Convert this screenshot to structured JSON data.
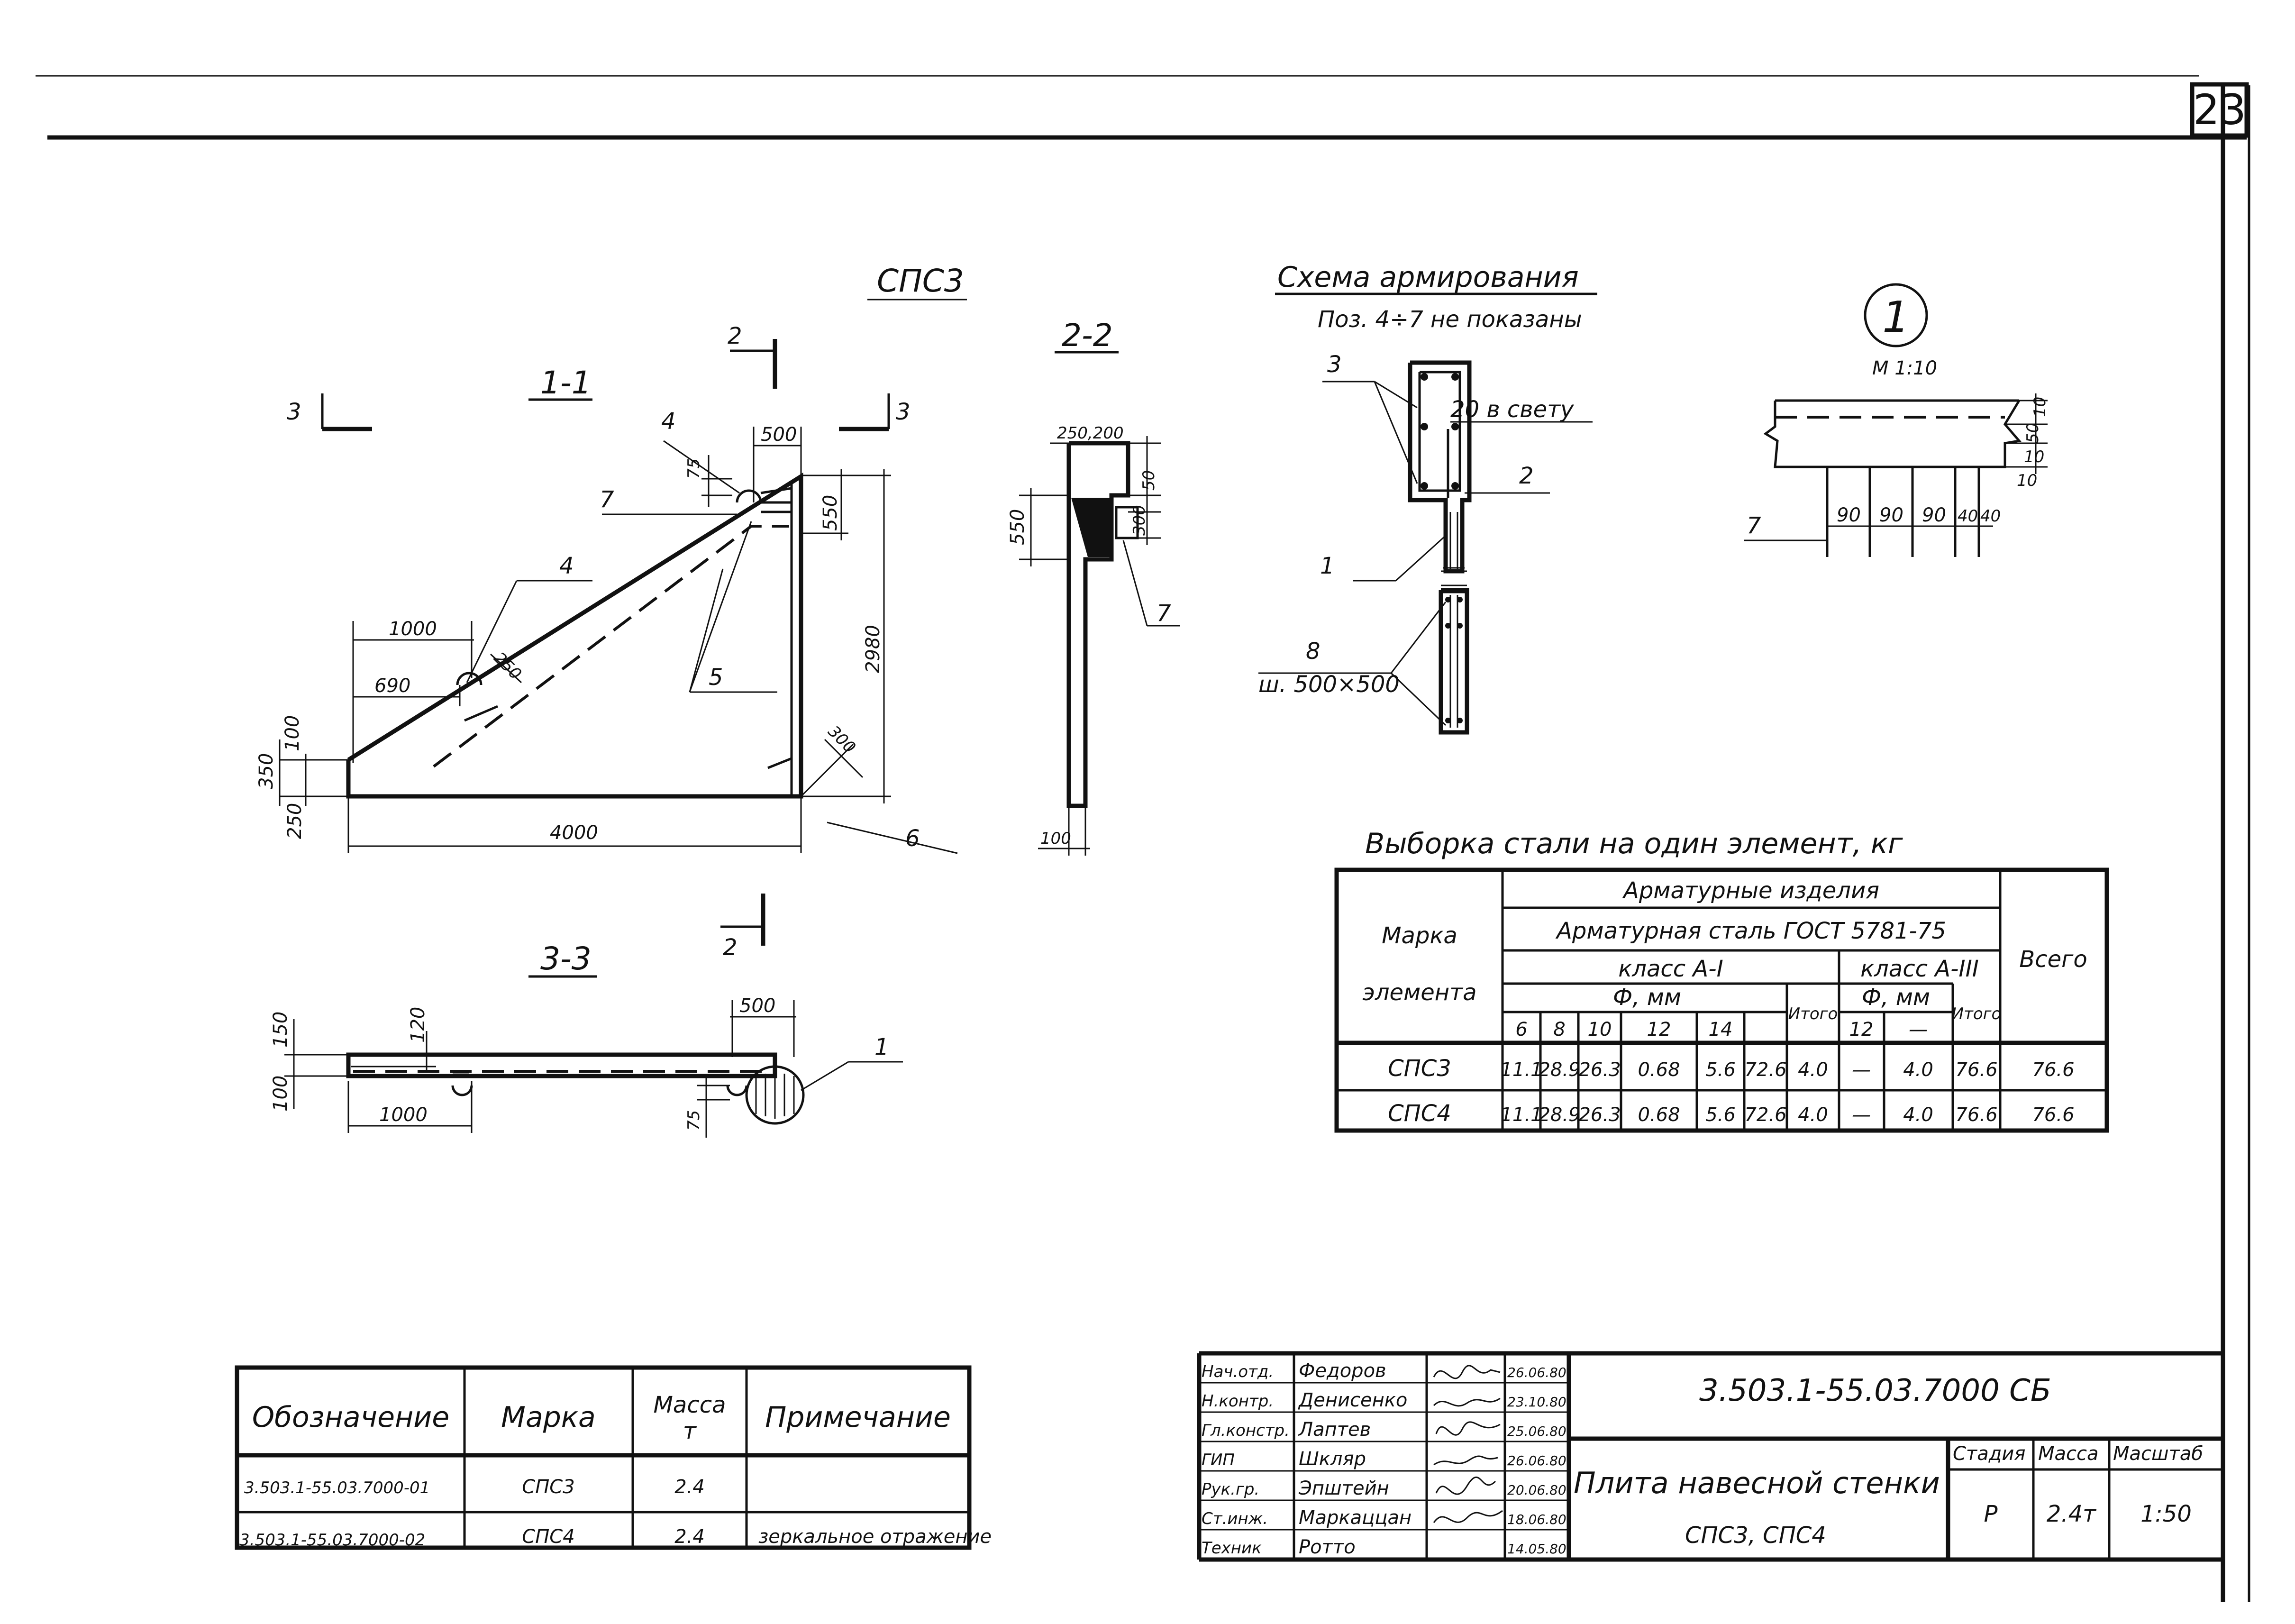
{
  "sheet": {
    "number": "23"
  },
  "drawing": {
    "title": "СПС3",
    "section_1_1": "1-1",
    "section_2_2": "2-2",
    "section_3_3": "3-3",
    "cut_marks": {
      "three": "3",
      "two": "2"
    },
    "positions": {
      "p1": "1",
      "p2": "2",
      "p3": "3",
      "p4": "4",
      "p5": "5",
      "p6": "6",
      "p7": "7",
      "p8": "8"
    },
    "dims_1_1": {
      "top_width": "500",
      "d75": "75",
      "d550": "550",
      "d2980": "2980",
      "d1000": "1000",
      "d690": "690",
      "d250": "250",
      "d100": "100",
      "d350": "350",
      "d250b": "250",
      "d4000": "4000",
      "d300": "300"
    },
    "dims_2_2": {
      "d250_200": "250,200",
      "d50": "50",
      "d550": "550",
      "d300": "300",
      "d100": "100"
    },
    "dims_3_3": {
      "d150": "150",
      "d120": "120",
      "d100": "100",
      "d1000": "1000",
      "d500": "500",
      "d75": "75"
    }
  },
  "reinforcement_scheme": {
    "title": "Схема армирования",
    "note": "Поз. 4÷7 не показаны",
    "clear_label": "20 в свету",
    "step_label": "ш. 500×500"
  },
  "detail": {
    "number": "1",
    "scale": "М 1:10",
    "dims": {
      "d90a": "90",
      "d90b": "90",
      "d90c": "90",
      "d40a": "40",
      "d40b": "40",
      "d50": "50",
      "d10a": "10",
      "d10b": "10",
      "d10c": "10"
    }
  },
  "steel_table": {
    "title": "Выборка стали на один элемент, кг",
    "h_mark": "Марка\nэлемента",
    "h_products": "Арматурные изделия",
    "h_steel": "Арматурная сталь ГОСТ 5781-75",
    "h_class1": "класс А-I",
    "h_class3": "класс А-III",
    "h_phi1": "Ф, мм",
    "h_phi3": "Ф, мм",
    "h_total": "Итого",
    "h_total2": "Итого",
    "h_all": "Всего",
    "diameters": [
      "6",
      "8",
      "10",
      "12",
      "14"
    ],
    "d12": "12",
    "dash": "—",
    "rows": [
      {
        "mark": "СПС3",
        "values": [
          "11.1",
          "28.9",
          "26.3",
          "0.68",
          "5.6",
          "72.6",
          "4.0",
          "—",
          "4.0",
          "76.6"
        ]
      },
      {
        "mark": "СПС4",
        "values": [
          "11.1",
          "28.9",
          "26.3",
          "0.68",
          "5.6",
          "72.6",
          "4.0",
          "—",
          "4.0",
          "76.6"
        ]
      }
    ]
  },
  "spec_table": {
    "headers": [
      "Обозначение",
      "Марка",
      "Масса\nт",
      "Примечание"
    ],
    "rows": [
      {
        "code": "3.503.1-55.03.7000-01",
        "mark": "СПС3",
        "mass": "2.4",
        "note": ""
      },
      {
        "code": "3.503.1-55.03.7000-02",
        "mark": "СПС4",
        "mass": "2.4",
        "note": "зеркальное отражение"
      }
    ]
  },
  "title_block": {
    "code": "3.503.1-55.03.7000 СБ",
    "name": "Плита навесной стенки",
    "marks": "СПС3, СПС4",
    "signers": [
      {
        "role": "Нач.отд.",
        "name": "Федоров",
        "date": "26.06.80"
      },
      {
        "role": "Н.контр.",
        "name": "Денисенко",
        "date": "23.10.80"
      },
      {
        "role": "Гл.констр.",
        "name": "Лаптев",
        "date": "25.06.80"
      },
      {
        "role": "ГИП",
        "name": "Шкляр",
        "date": "26.06.80"
      },
      {
        "role": "Рук.гр.",
        "name": "Эпштейн",
        "date": "20.06.80"
      },
      {
        "role": "Ст.инж.",
        "name": "Маркаццан",
        "date": "18.06.80"
      },
      {
        "role": "Техник",
        "name": "Ротто",
        "date": "14.05.80"
      }
    ],
    "stage_h": "Стадия",
    "mass_h": "Масса",
    "scale_h": "Масштаб",
    "stage": "Р",
    "mass": "2.4т",
    "scale": "1:50"
  }
}
